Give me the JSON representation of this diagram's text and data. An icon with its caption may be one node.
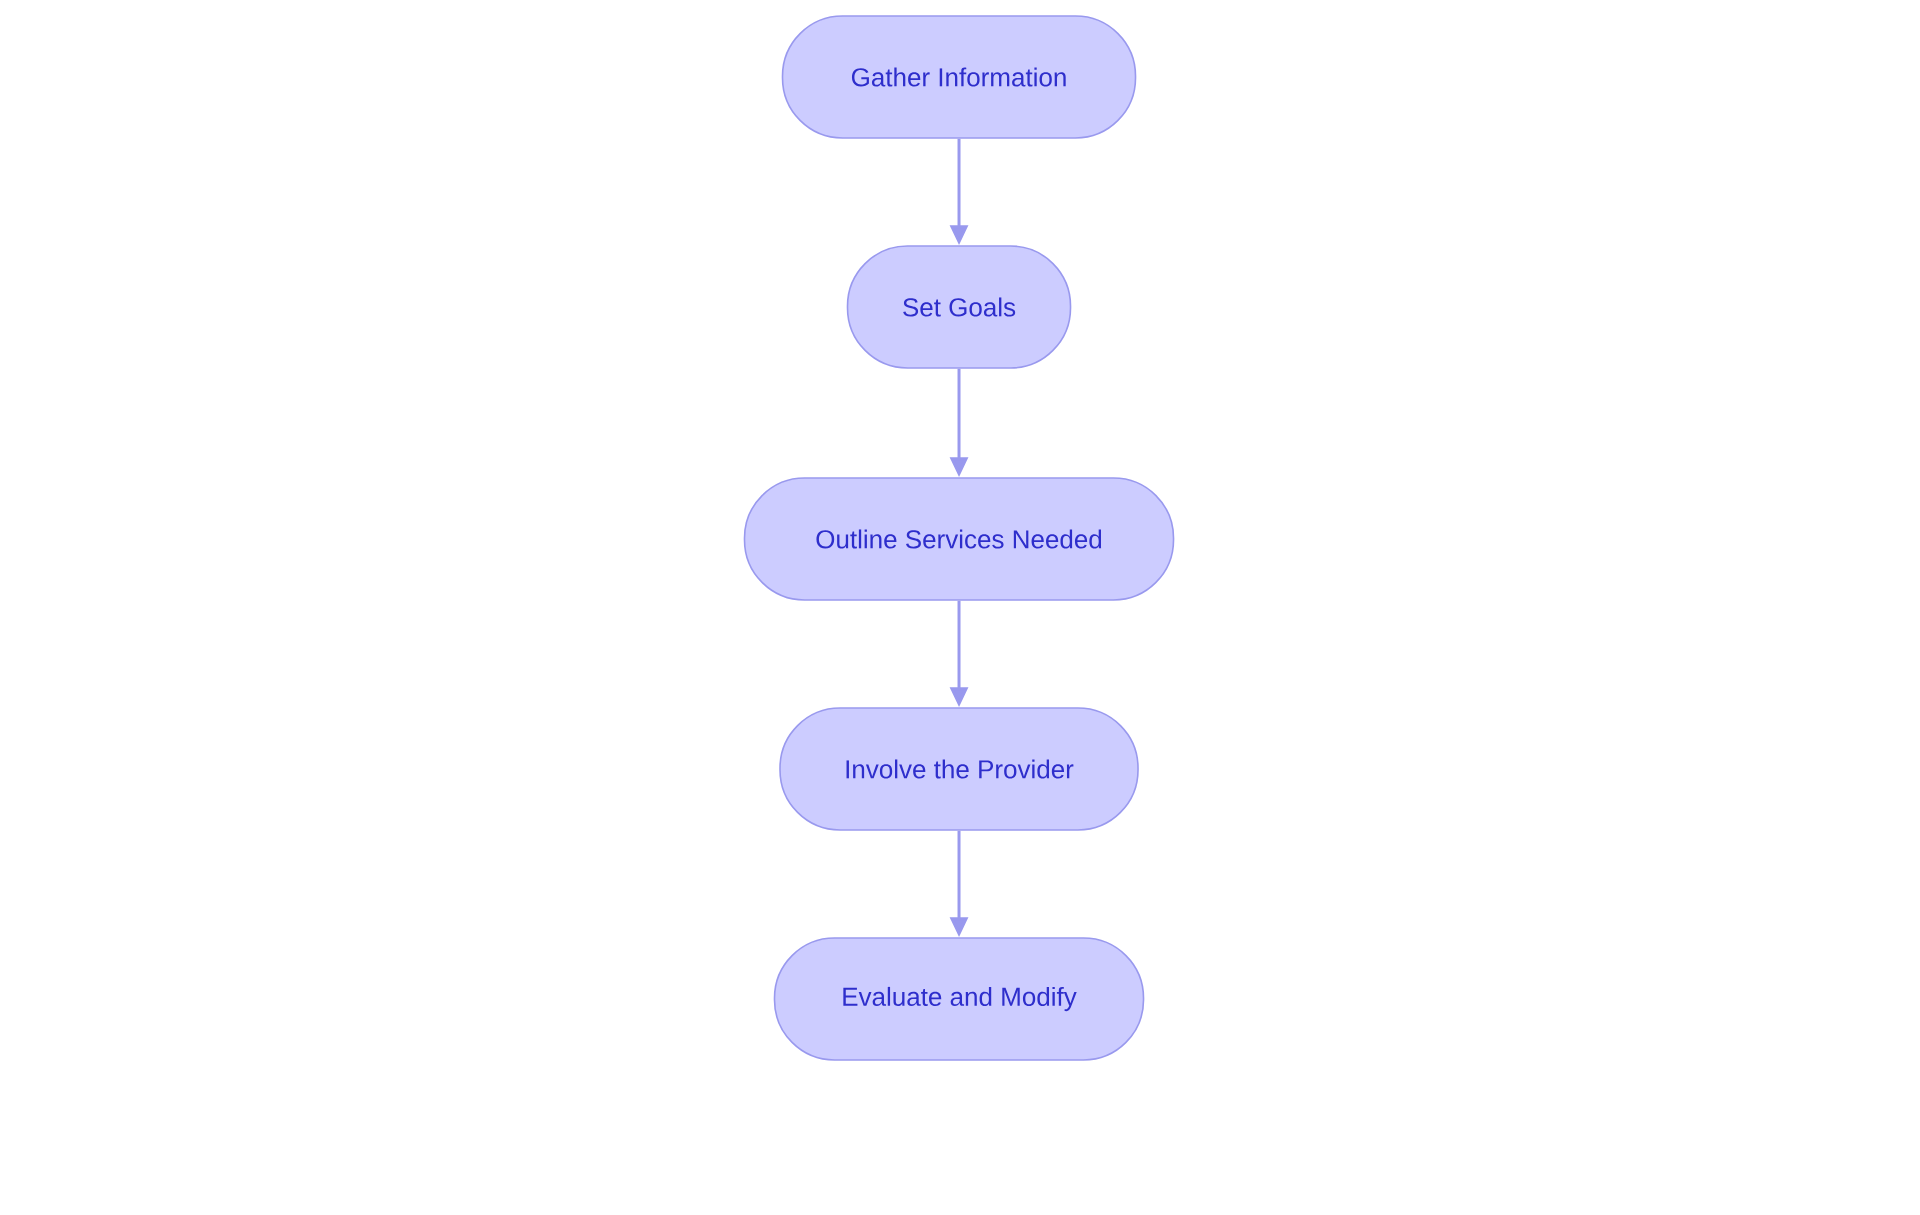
{
  "diagram": {
    "nodes": [
      {
        "text": [
          "Gather Information"
        ]
      },
      {
        "text": [
          "Set Goals"
        ]
      },
      {
        "text": [
          "Outline Services Needed"
        ]
      },
      {
        "text": [
          "Involve the Provider"
        ]
      },
      {
        "text": [
          "Evaluate and Modify"
        ]
      }
    ],
    "edges": [
      {
        "from": 0,
        "to": 1,
        "arrow": "to"
      },
      {
        "from": 1,
        "to": 2,
        "arrow": "to"
      },
      {
        "from": 2,
        "to": 3,
        "arrow": "to"
      },
      {
        "from": 3,
        "to": 4,
        "arrow": "to"
      }
    ]
  }
}
